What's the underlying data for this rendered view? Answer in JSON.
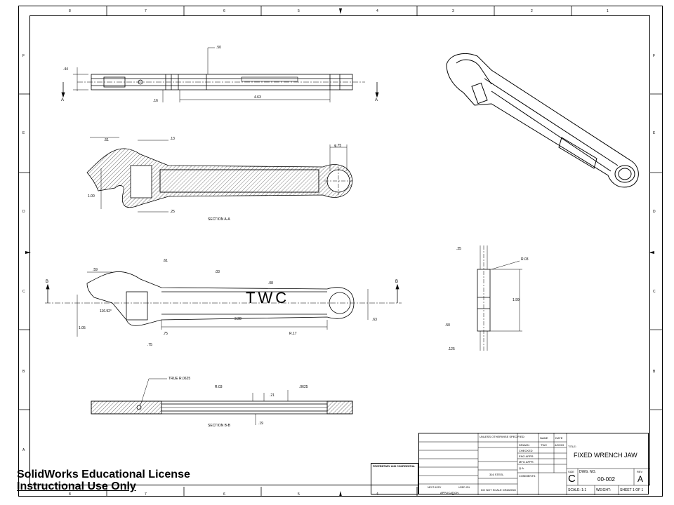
{
  "zones": {
    "top": [
      "8",
      "7",
      "6",
      "5",
      "4",
      "3",
      "2",
      "1"
    ],
    "side": [
      "F",
      "E",
      "D",
      "C",
      "B",
      "A"
    ]
  },
  "dims": {
    "top_view": [
      ".44",
      ".50",
      ".16",
      "4.63"
    ],
    "section_aa": [
      ".51",
      ".13",
      "1.00",
      ".25",
      "φ.75"
    ],
    "front": [
      ".59",
      ".61",
      "116.92°",
      "1.05",
      ".75",
      ".03",
      ".08",
      "3.28",
      "R.17",
      ".63"
    ],
    "side_view": [
      ".25",
      "R.03",
      "1.99",
      ".50",
      ".125"
    ],
    "section_bb": [
      "TRUE R.0625",
      "R.03",
      ".21",
      ".0625",
      ".19"
    ]
  },
  "section_labels": {
    "aa": "SECTION A-A",
    "bb": "SECTION B-B"
  },
  "cut_letters": {
    "a_left": "A",
    "a_right": "A",
    "b_left": "B",
    "b_right": "B"
  },
  "engraving": "TWC",
  "title_block": {
    "notes": "UNLESS OTHERWISE SPECIFIED:",
    "name_col": "NAME",
    "date_col": "DATE",
    "drawn": "DRAWN",
    "drawn_by": "TWC",
    "drawn_date": "4/20/09",
    "checked": "CHECKED",
    "eng_appr": "ENG APPR.",
    "mfg_appr": "MFG APPR.",
    "qa": "Q.A.",
    "comments": "COMMENTS:",
    "title_label": "TITLE:",
    "title": "FIXED WRENCH JAW",
    "size_label": "SIZE",
    "size": "C",
    "dwg_label": "DWG. NO.",
    "dwg_no": "00-002",
    "rev_label": "REV",
    "rev": "A",
    "scale": "SCALE: 1:1",
    "weight": "WEIGHT:",
    "sheet": "SHEET 1 OF 1",
    "material": "316 STEEL",
    "proprietary": "PROPRIETARY AND CONFIDENTIAL",
    "next_assy": "NEXT ASSY",
    "used_on": "USED ON",
    "application": "APPLICATION",
    "do_not_scale": "DO NOT SCALE DRAWING"
  },
  "license": {
    "line1": "SolidWorks Educational License",
    "line2": "Instructional Use Only"
  }
}
